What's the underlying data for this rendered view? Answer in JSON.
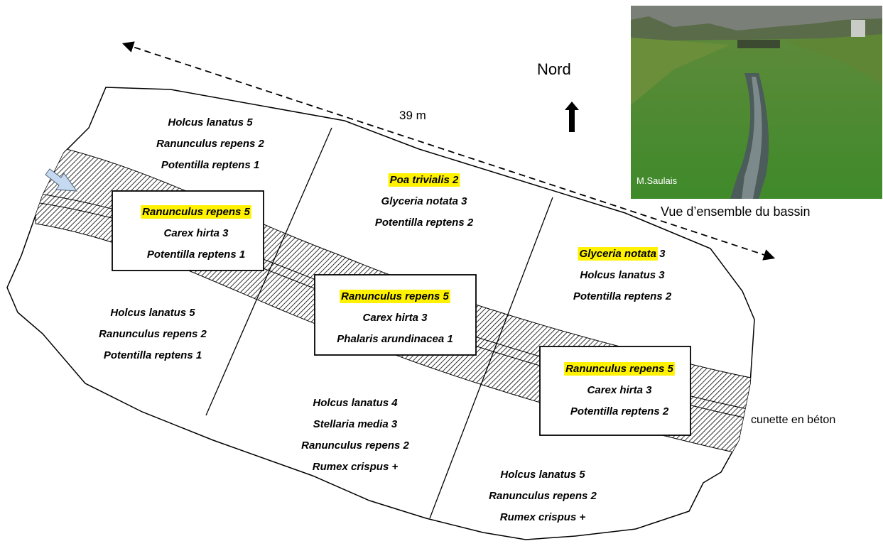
{
  "distance_label": "39 m",
  "north_label": "Nord",
  "photo": {
    "credit": "M.Saulais",
    "caption": "Vue d’ensemble du bassin"
  },
  "channel_label": "cunette en béton",
  "zones": [
    {
      "id": "nw-upper",
      "boxed": false,
      "species": [
        {
          "text": "Holcus lanatus 5",
          "highlight": false
        },
        {
          "text": "Ranunculus repens 2",
          "highlight": false
        },
        {
          "text": "Potentilla reptens 1",
          "highlight": false
        }
      ]
    },
    {
      "id": "channel-west",
      "boxed": true,
      "species": [
        {
          "text": "Ranunculus repens 5",
          "highlight": true
        },
        {
          "text": "Carex hirta 3",
          "highlight": false
        },
        {
          "text": "Potentilla reptens 1",
          "highlight": false
        }
      ]
    },
    {
      "id": "north-middle",
      "boxed": false,
      "species": [
        {
          "text": "Poa trivialis 2",
          "highlight": true
        },
        {
          "text": "Glyceria notata 3",
          "highlight": false
        },
        {
          "text": "Potentilla reptens 2",
          "highlight": false
        }
      ]
    },
    {
      "id": "ne",
      "boxed": false,
      "species": [
        {
          "text": "Glyceria notata",
          "highlight": true,
          "suffix": " 3"
        },
        {
          "text": "Holcus lanatus 3",
          "highlight": false
        },
        {
          "text": "Potentilla reptens 2",
          "highlight": false
        }
      ]
    },
    {
      "id": "channel-middle",
      "boxed": true,
      "species": [
        {
          "text": "Ranunculus repens 5",
          "highlight": true
        },
        {
          "text": "Carex hirta 3",
          "highlight": false
        },
        {
          "text": "Phalaris arundinacea 1",
          "highlight": false
        }
      ]
    },
    {
      "id": "sw",
      "boxed": false,
      "species": [
        {
          "text": "Holcus lanatus 5",
          "highlight": false
        },
        {
          "text": "Ranunculus repens 2",
          "highlight": false
        },
        {
          "text": "Potentilla reptens 1",
          "highlight": false
        }
      ]
    },
    {
      "id": "channel-east",
      "boxed": true,
      "species": [
        {
          "text": "Ranunculus repens 5",
          "highlight": true
        },
        {
          "text": "Carex hirta 3",
          "highlight": false
        },
        {
          "text": "Potentilla reptens 2",
          "highlight": false
        }
      ]
    },
    {
      "id": "south-middle",
      "boxed": false,
      "species": [
        {
          "text": "Holcus lanatus 4",
          "highlight": false
        },
        {
          "text": "Stellaria media 3",
          "highlight": false
        },
        {
          "text": "Ranunculus repens 2",
          "highlight": false
        },
        {
          "text": "Rumex crispus +",
          "highlight": false
        }
      ]
    },
    {
      "id": "se",
      "boxed": false,
      "species": [
        {
          "text": "Holcus lanatus 5",
          "highlight": false
        },
        {
          "text": "Ranunculus repens 2",
          "highlight": false
        },
        {
          "text": "Rumex crispus +",
          "highlight": false
        }
      ]
    }
  ],
  "colors": {
    "highlight": "#fff200",
    "inflow_arrow": "#c5d9f1",
    "outline": "#000000"
  }
}
